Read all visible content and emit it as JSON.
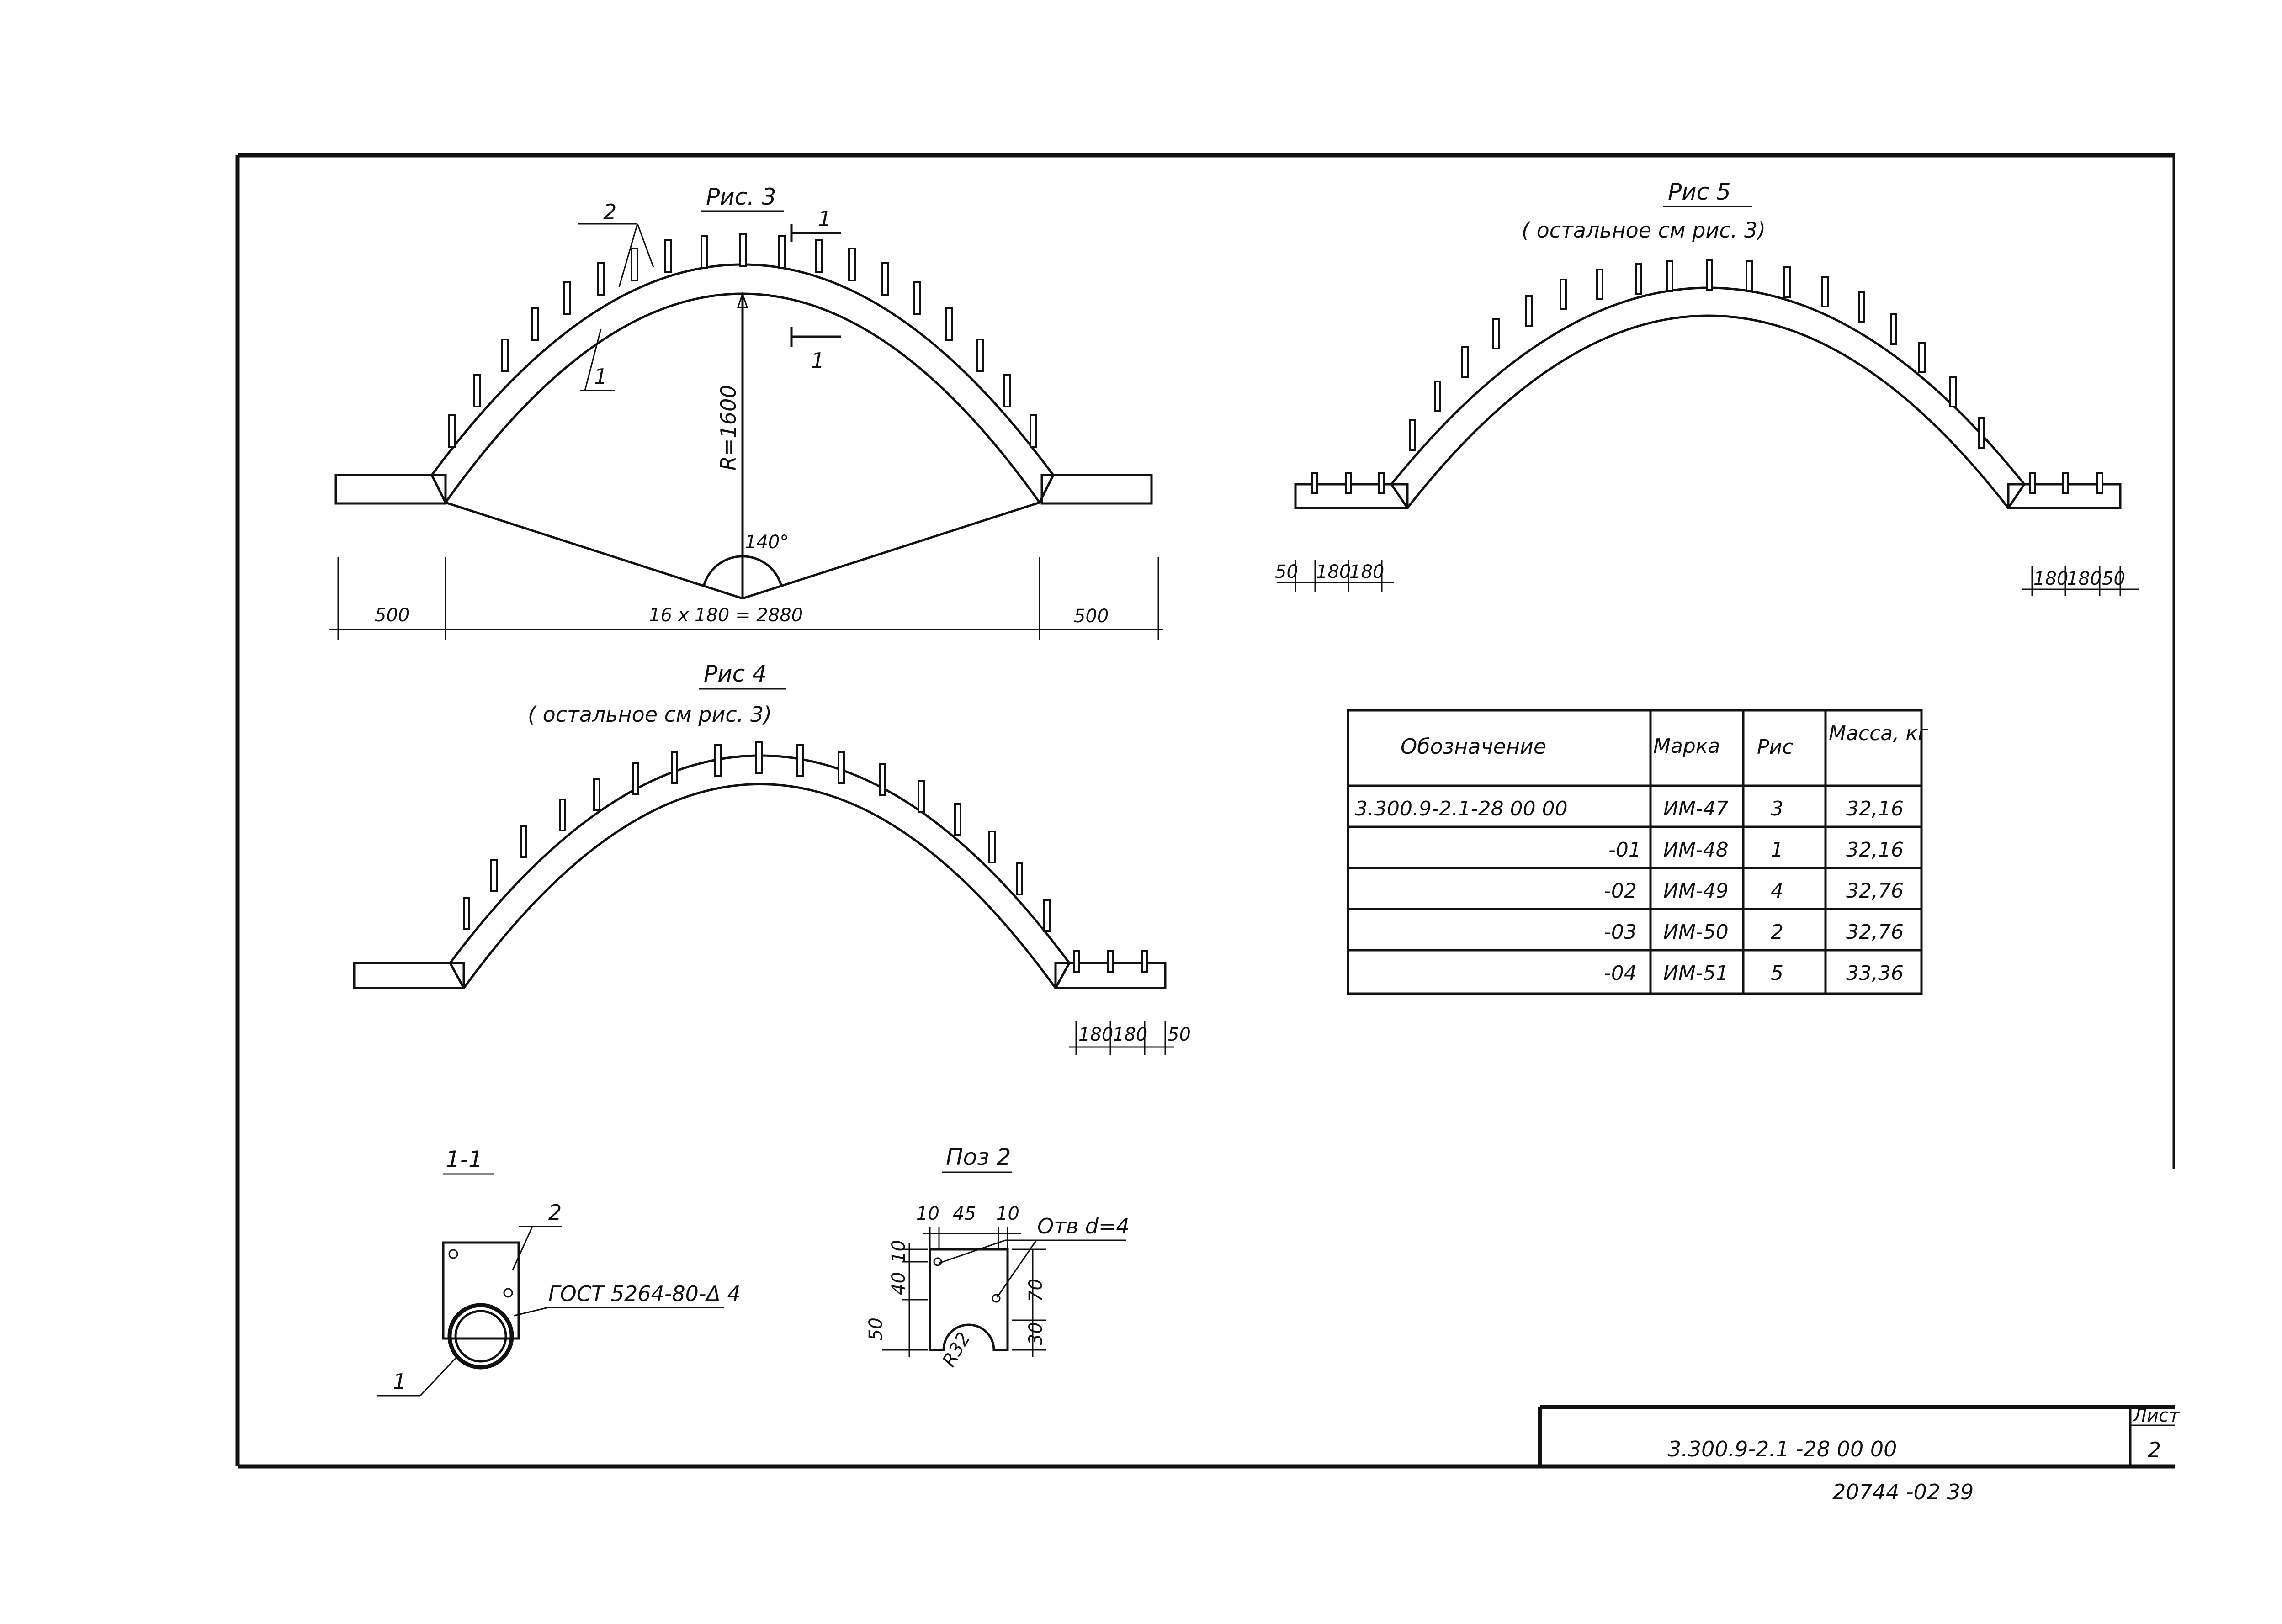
{
  "fig3": {
    "title": "Рис. 3",
    "callout_2": "2",
    "callout_1": "1",
    "section_mark": "1",
    "radius": "R=1600",
    "angle": "140°",
    "dim_left": "500",
    "dim_mid": "16 х 180 = 2880",
    "dim_right": "500"
  },
  "fig5": {
    "title": "Рис 5",
    "note": "( остальное   см  рис. 3)",
    "dim_left": [
      "50",
      "180",
      "180"
    ],
    "dim_right": [
      "180",
      "180",
      "50"
    ]
  },
  "fig4": {
    "title": "Рис 4",
    "note": "( остальное   см  рис. 3)",
    "dim_right": [
      "180",
      "180",
      "50"
    ]
  },
  "section": {
    "title": "1-1",
    "callout_2": "2",
    "callout_1": "1",
    "gost": "ГОСТ 5264-80-Δ 4"
  },
  "pos2": {
    "title": "Поз 2",
    "dims_top": [
      "10",
      "45",
      "10"
    ],
    "hole": "Отв d=4",
    "dims_left": [
      "10",
      "40",
      "50"
    ],
    "dims_right": [
      "70",
      "30"
    ],
    "radius": "R32"
  },
  "table": {
    "headers": [
      "Обозначение",
      "Марка",
      "Рис",
      "Масса, кг"
    ],
    "rows": [
      [
        "3.300.9-2.1-28 00 00",
        "ИМ-47",
        "3",
        "32,16"
      ],
      [
        "-01",
        "ИМ-48",
        "1",
        "32,16"
      ],
      [
        "-02",
        "ИМ-49",
        "4",
        "32,76"
      ],
      [
        "-03",
        "ИМ-50",
        "2",
        "32,76"
      ],
      [
        "-04",
        "ИМ-51",
        "5",
        "33,36"
      ]
    ]
  },
  "stamp": {
    "code": "3.300.9-2.1 -28 00 00",
    "sheet_label": "Лист",
    "sheet_no": "2",
    "archive": "20744 -02   39"
  }
}
